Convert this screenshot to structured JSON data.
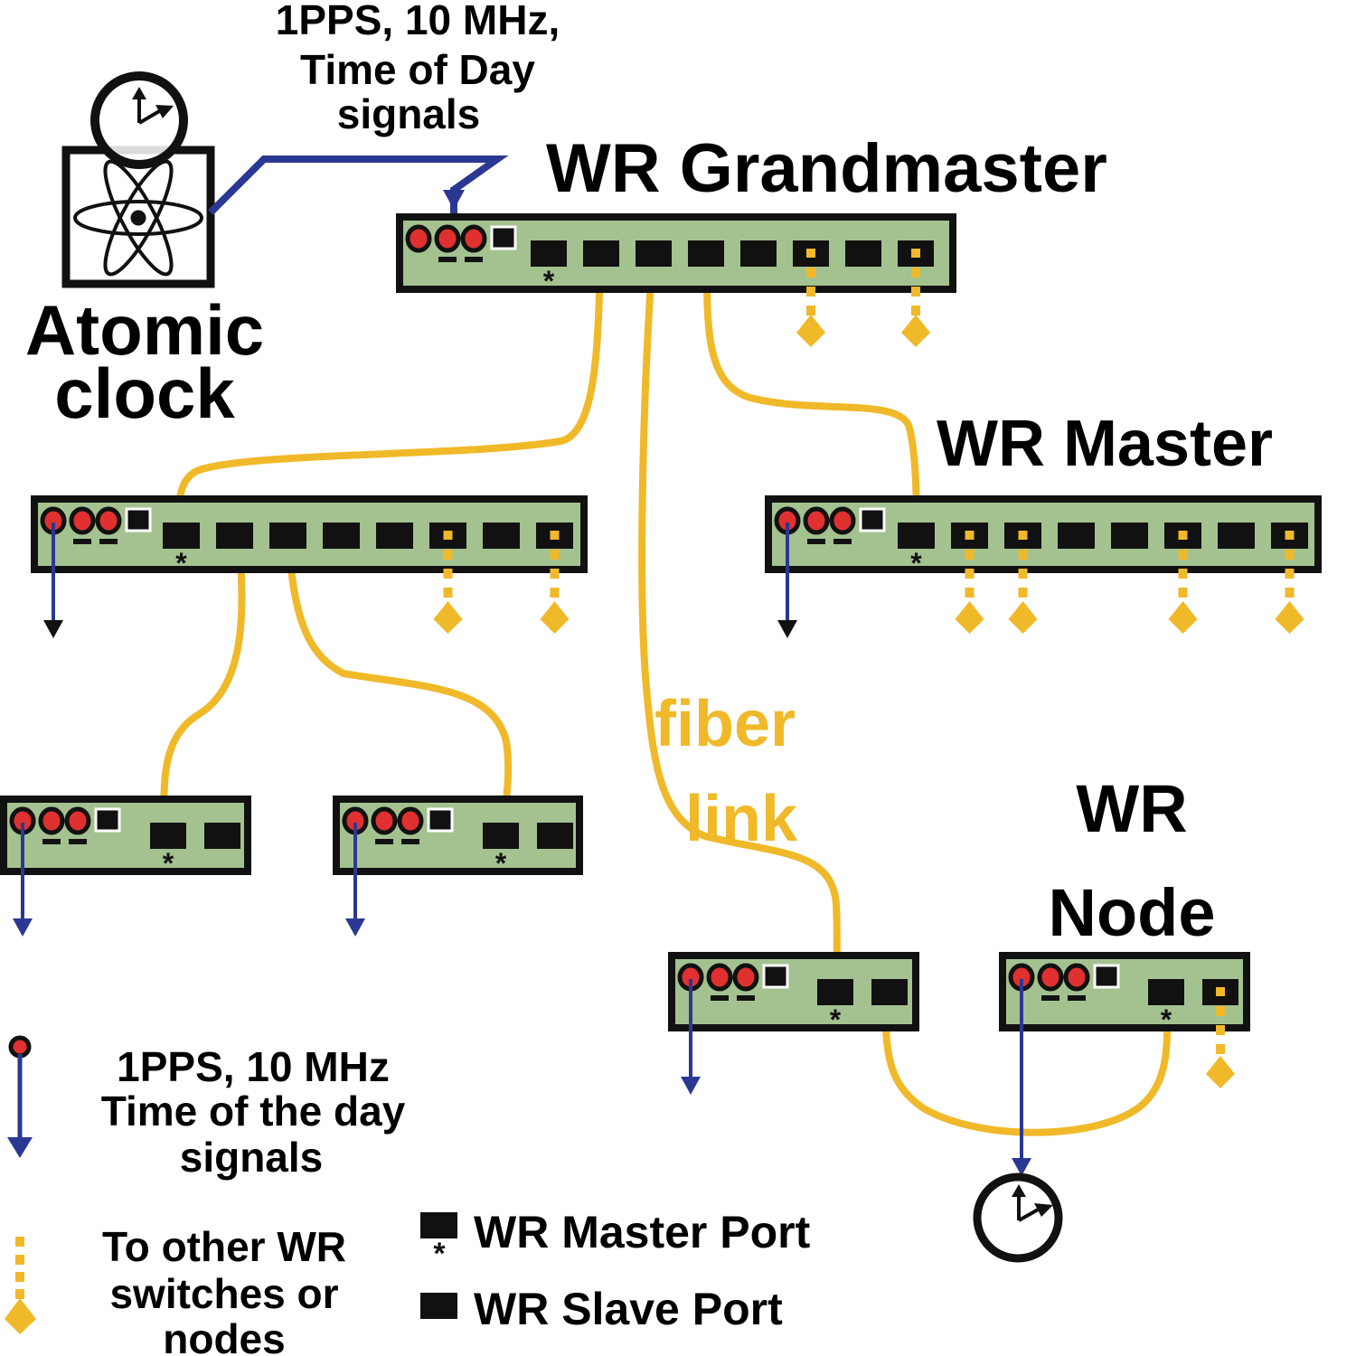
{
  "colors": {
    "panel_fill": "#a4c290",
    "panel_border": "#111111",
    "port": "#111111",
    "led": "#e03030",
    "signal_blue": "#2b3893",
    "fiber": "#f0b929",
    "text": "#000000"
  },
  "labels": {
    "signal_top": [
      "1PPS, 10 MHz,",
      "Time of  Day",
      "signals"
    ],
    "atomic_clock": [
      "Atomic",
      "clock"
    ],
    "grandmaster": "WR Grandmaster",
    "master": "WR Master",
    "node": [
      "WR",
      "Node"
    ],
    "fiber_link": [
      "fiber",
      "link"
    ]
  },
  "legend": {
    "signals": [
      "1PPS, 10 MHz",
      "Time of the day",
      "signals"
    ],
    "other": [
      "To other WR",
      "switches or",
      "nodes"
    ],
    "master_port": "WR Master Port",
    "slave_port": "WR Slave Port"
  },
  "devices": [
    {
      "id": "grandmaster",
      "ports": 8,
      "master_slot": 0,
      "external_ports": [
        5,
        7
      ]
    },
    {
      "id": "switch-left",
      "ports": 8,
      "master_slot": 0,
      "external_ports": [
        5,
        7
      ]
    },
    {
      "id": "wr-master",
      "ports": 8,
      "master_slot": 0,
      "external_ports": [
        1,
        2,
        5,
        7
      ]
    },
    {
      "id": "node-a",
      "ports": 2,
      "master_slot": 0,
      "external_ports": []
    },
    {
      "id": "node-b",
      "ports": 2,
      "master_slot": 0,
      "external_ports": []
    },
    {
      "id": "node-c",
      "ports": 2,
      "master_slot": 0,
      "external_ports": []
    },
    {
      "id": "wr-node",
      "ports": 2,
      "master_slot": 0,
      "external_ports": [
        1
      ]
    }
  ]
}
